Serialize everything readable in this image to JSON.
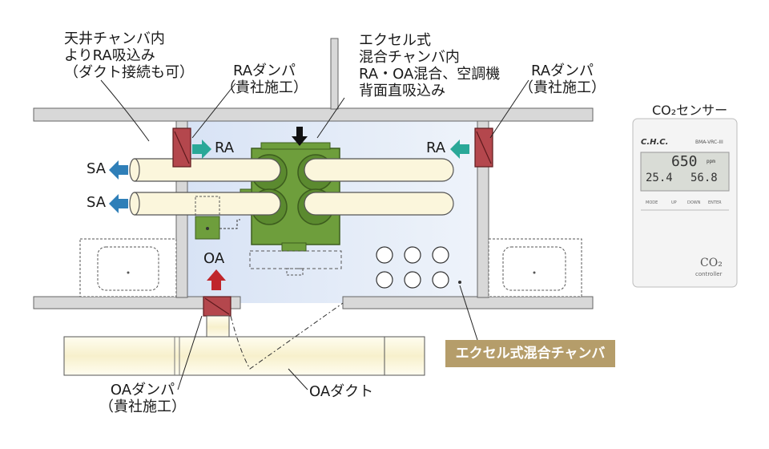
{
  "labels": {
    "ceiling_intake": "天井チャンバ内\nよりRA吸込み\n（ダクト接続も可）",
    "excel_intake": "エクセル式\n混合チャンバ内\nRA・OA混合、空調機\n背面直吸込み",
    "ra_damper_left": "RAダンパ\n（貴社施工）",
    "ra_damper_right": "RAダンパ\n（貴社施工）",
    "oa_damper": "OAダンパ\n（貴社施工）",
    "oa_duct": "OAダクト",
    "chamber_badge": "エクセル式混合チャンバ"
  },
  "flows": {
    "sa_1": "SA",
    "sa_2": "SA",
    "ra_left": "RA",
    "ra_right": "RA",
    "oa": "OA"
  },
  "sensor": {
    "title": "CO₂センサー",
    "brand": "C.H.C.",
    "model": "BMA-VRC-III",
    "co2_value": "650",
    "co2_unit": "ppm",
    "temp_value": "25.4",
    "humidity_value": "56.8",
    "buttons": [
      "MODE",
      "UP",
      "DOWN",
      "ENTER"
    ],
    "footer_main": "CO₂",
    "footer_sub": "controller"
  },
  "colors": {
    "chamber_fill": "#dfe9f6",
    "unit_green": "#6e9e3c",
    "duct_fill": "#fbf6dc",
    "damper_red": "#b4474d",
    "sa_arrow": "#2f7fb8",
    "ra_arrow": "#2aa898",
    "oa_arrow": "#c0262b",
    "badge": "#b59d6a"
  }
}
